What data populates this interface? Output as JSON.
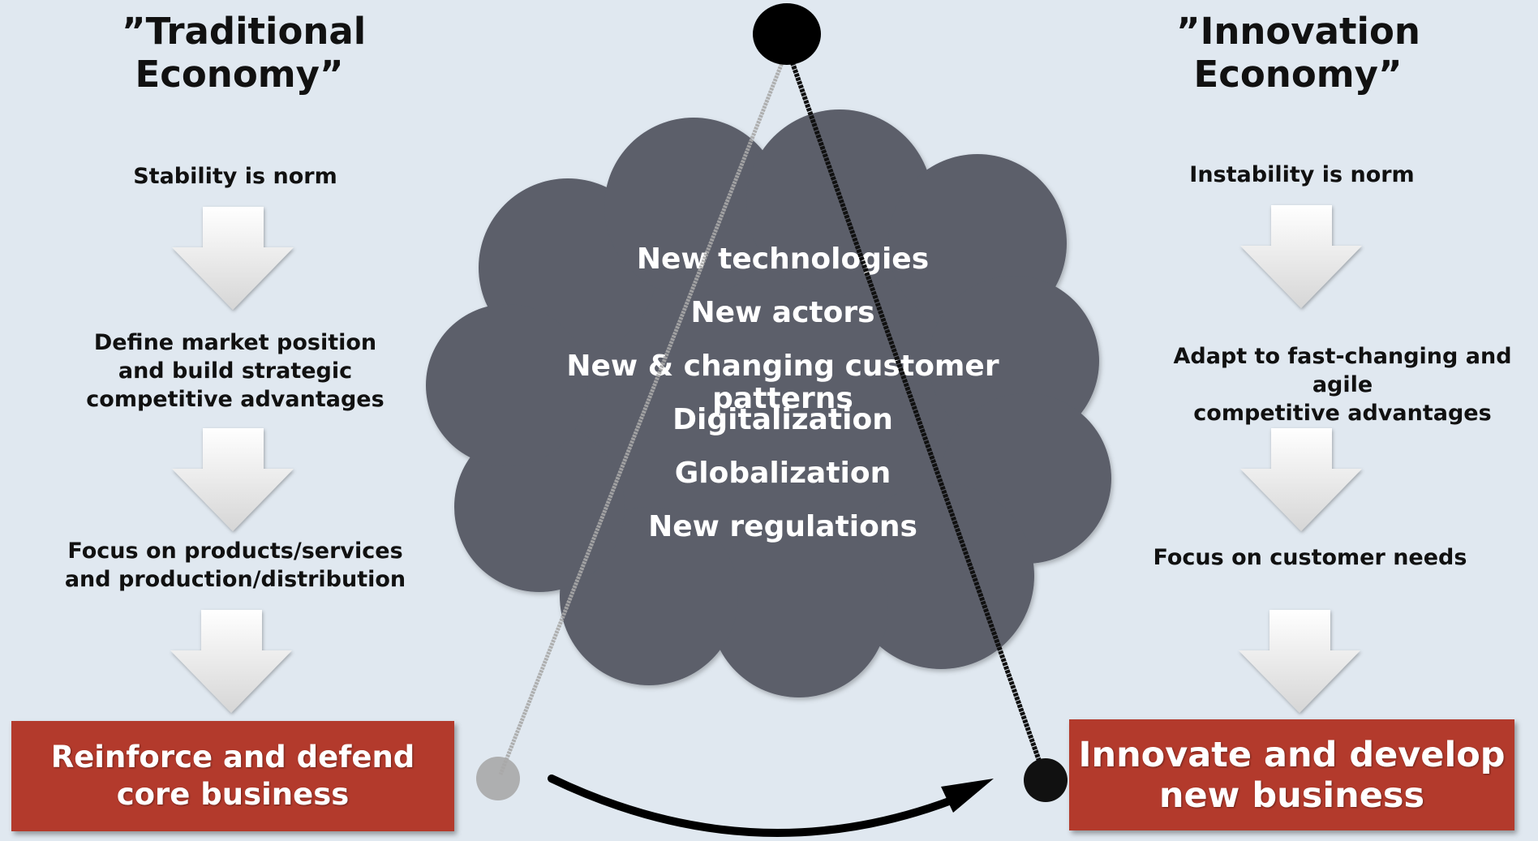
{
  "left": {
    "title": "”Traditional\nEconomy”",
    "steps": [
      "Stability is norm",
      "Define market position\nand build strategic\ncompetitive advantages",
      "Focus on products/services\nand production/distribution"
    ],
    "outcome": "Reinforce and defend\ncore business"
  },
  "right": {
    "title": "”Innovation\nEconomy”",
    "steps": [
      "Instability is norm",
      "Adapt to fast-changing and agile\ncompetitive advantages",
      "Focus on customer needs"
    ],
    "outcome": "Innovate and develop\nnew business"
  },
  "cloud": {
    "items": [
      "New technologies",
      "New actors",
      "New & changing customer patterns",
      "Digitalization",
      "Globalization",
      "New regulations"
    ]
  },
  "colors": {
    "background": "#e0e8f0",
    "cloud": "#5b5f6b",
    "outcome_box": "#b33a2c",
    "pendulum_dark": "#111111",
    "pendulum_ghost": "#a9a9a9"
  }
}
